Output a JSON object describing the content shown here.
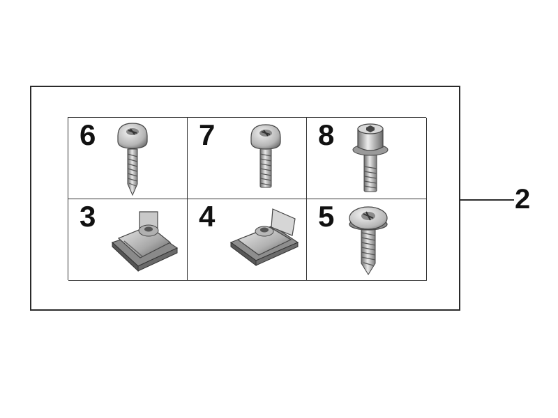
{
  "callout": {
    "label": "2"
  },
  "parts": [
    {
      "number": "6",
      "icon": "pan-head-tapping-screw-icon"
    },
    {
      "number": "7",
      "icon": "pan-head-machine-screw-icon"
    },
    {
      "number": "8",
      "icon": "socket-head-screw-icon"
    },
    {
      "number": "3",
      "icon": "u-nut-clip-icon"
    },
    {
      "number": "4",
      "icon": "u-nut-clip-icon"
    },
    {
      "number": "5",
      "icon": "flange-head-tapping-screw-icon"
    }
  ],
  "colors": {
    "frame": "#2a2a2a",
    "metal_light": "#e6e6e6",
    "metal_mid": "#a9a9a9",
    "metal_dark": "#5e5e5e"
  }
}
